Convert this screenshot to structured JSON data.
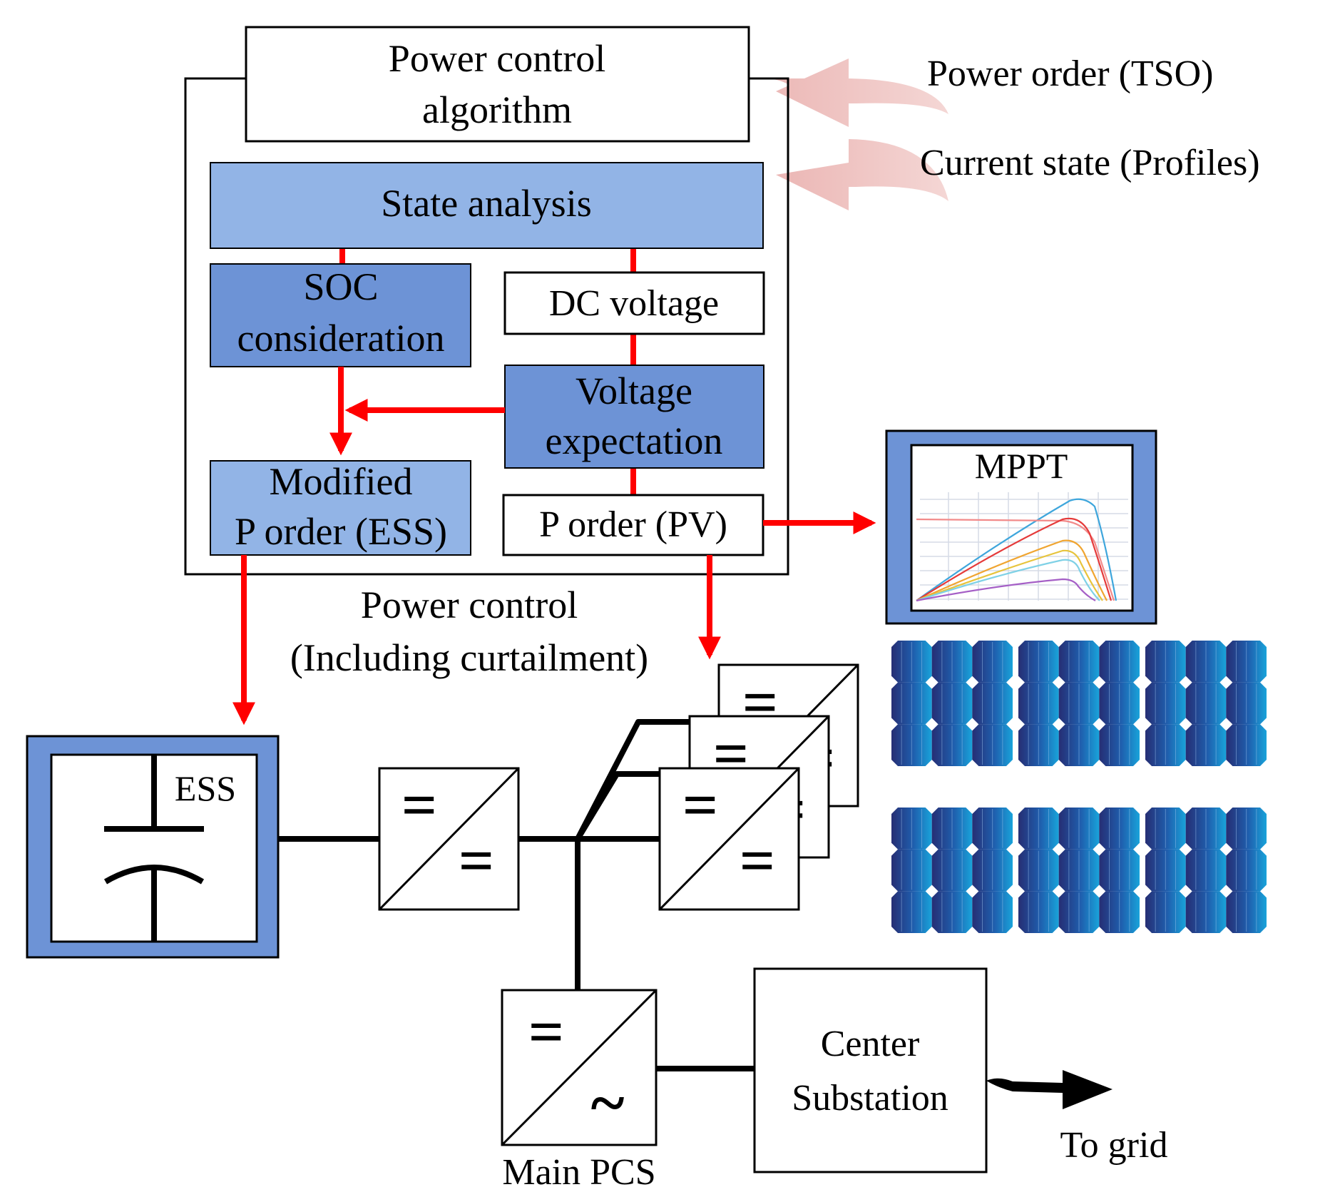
{
  "colors": {
    "light_blue": "#92b4e6",
    "mid_blue": "#6d93d6",
    "frame_blue": "#6d93d6",
    "arrow_red": "#ff0000",
    "input_arrow": "#f0c8c6",
    "panel_dark": "#27337a",
    "panel_light": "#1aa1d8"
  },
  "blocks": {
    "power_control_algorithm": [
      "Power control",
      "algorithm"
    ],
    "state_analysis": "State analysis",
    "soc_consideration": [
      "SOC",
      "consideration"
    ],
    "dc_voltage": "DC voltage",
    "voltage_expectation": [
      "Voltage",
      "expectation"
    ],
    "modified_p_order": [
      "Modified",
      "P order (ESS)"
    ],
    "p_order_pv": "P order (PV)"
  },
  "inputs": {
    "power_order": "Power order (TSO)",
    "current_state": "Current state (Profiles)"
  },
  "power_control_caption": [
    "Power control",
    "(Including curtailment)"
  ],
  "mppt": {
    "label": "MPPT",
    "curve_colors": [
      "#3ea6dc",
      "#f28a8a",
      "#e53a3a",
      "#f0a531",
      "#e7c43c",
      "#7fd1e6",
      "#a55fc6"
    ]
  },
  "ess_label": "ESS",
  "converter_symbols": {
    "dc": "=",
    "ac": "~"
  },
  "main_pcs_label": "Main PCS",
  "center_substation": [
    "Center",
    "Substation"
  ],
  "to_grid": "To grid",
  "icons": {
    "capacitor": "capacitor-icon",
    "dc_dc_converter": "dc-dc-converter-icon",
    "dc_ac_converter": "dc-ac-converter-icon",
    "solar_panel": "solar-panel-icon",
    "iv_curve": "iv-curve-chart-icon"
  }
}
